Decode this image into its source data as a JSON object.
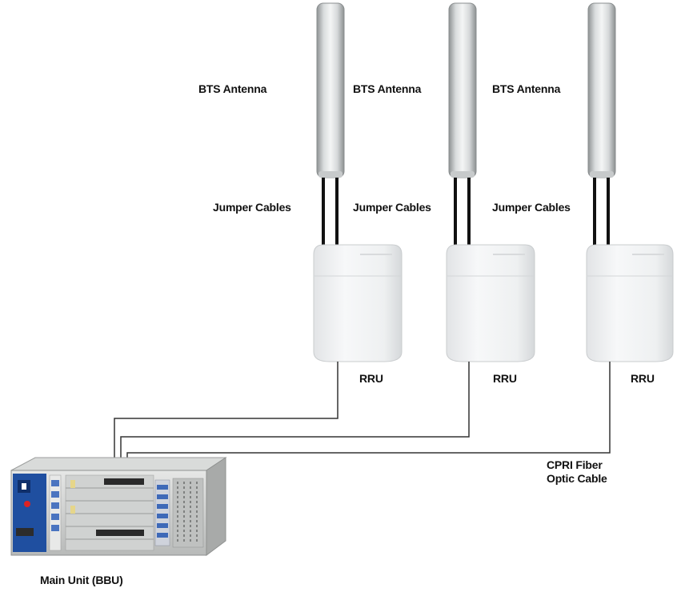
{
  "labels": {
    "antenna": [
      "BTS Antenna",
      "BTS Antenna",
      "BTS Antenna"
    ],
    "jumper": [
      "Jumper Cables",
      "Jumper Cables",
      "Jumper Cables"
    ],
    "rru": [
      "RRU",
      "RRU",
      "RRU"
    ],
    "cpri": "CPRI Fiber\nOptic Cable",
    "bbu": "Main Unit (BBU)"
  },
  "colors": {
    "antenna_light": "#f2f3f3",
    "antenna_dark": "#9a9d9e",
    "rru_body": "#f0f1f2",
    "cable": "#1a1a1a",
    "bbu_panel": "#1f4fa0"
  }
}
